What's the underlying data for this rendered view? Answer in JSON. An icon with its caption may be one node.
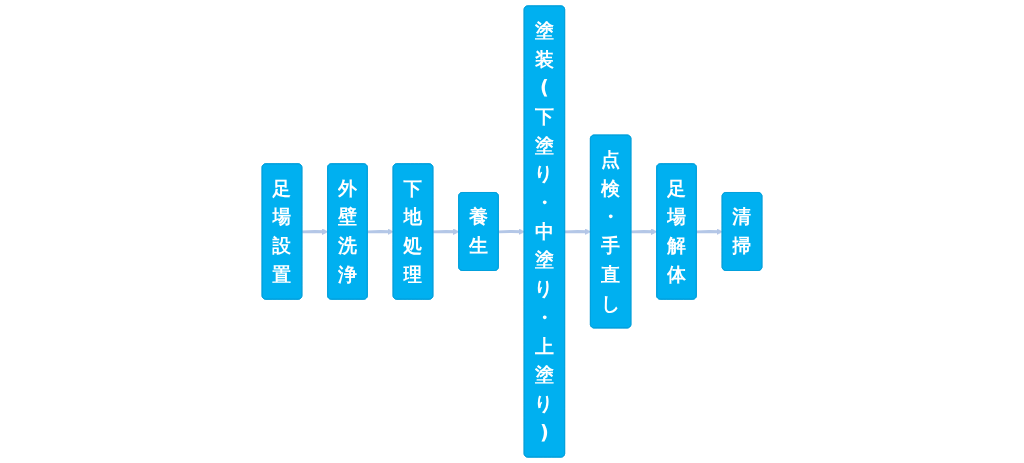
{
  "diagram": {
    "nodes": [
      {
        "text": [
          "足場設置"
        ]
      },
      {
        "text": [
          "外壁洗浄"
        ]
      },
      {
        "text": [
          "下地処理"
        ]
      },
      {
        "text": [
          "養生"
        ]
      },
      {
        "text": [
          "塗装",
          "(下塗り・中塗り・上塗り)"
        ]
      },
      {
        "text": [
          "点検・手直し"
        ]
      },
      {
        "text": [
          "足場解体"
        ]
      },
      {
        "text": [
          "清掃"
        ]
      }
    ],
    "edges": [
      {
        "from": 0,
        "to": 1,
        "arrow": "to"
      },
      {
        "from": 1,
        "to": 2,
        "arrow": "to"
      },
      {
        "from": 2,
        "to": 3,
        "arrow": "to"
      },
      {
        "from": 3,
        "to": 4,
        "arrow": "to"
      },
      {
        "from": 4,
        "to": 5,
        "arrow": "to"
      },
      {
        "from": 5,
        "to": 6,
        "arrow": "to"
      },
      {
        "from": 6,
        "to": 7,
        "arrow": "to"
      }
    ]
  }
}
